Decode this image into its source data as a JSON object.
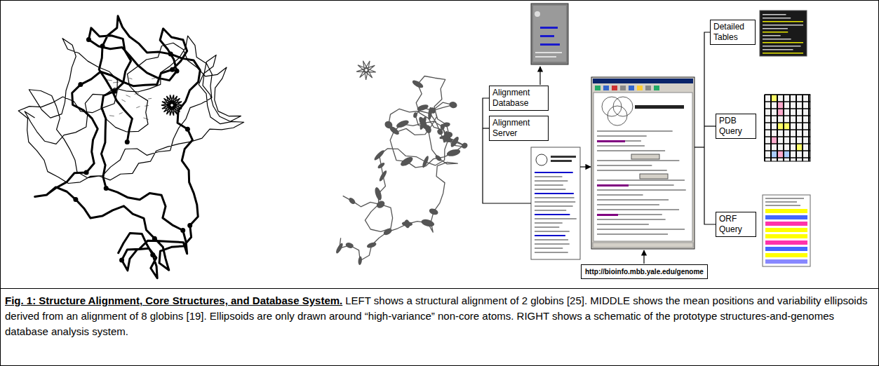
{
  "diagram": {
    "title": "Fig. 1: Structure Alignment, Core Structures, and Database System.",
    "caption": "LEFT shows a structural alignment of 2 globins [25]. MIDDLE shows the mean positions and variability ellipsoids derived from an alignment of 8 globins [19]. Ellipsoids are only drawn around “high-variance” non-core atoms. RIGHT shows a schematic of the prototype structures-and-genomes database analysis system.",
    "nodes": [
      {
        "text": [
          "Alignment Database"
        ]
      },
      {
        "text": [
          "Alignment Server"
        ]
      },
      {
        "text": [
          "http://bioinfo.mbb.yale.edu/genome"
        ]
      },
      {
        "text": [
          "Detailed Tables"
        ]
      },
      {
        "text": [
          "PDB Query"
        ]
      },
      {
        "text": [
          "ORF Query"
        ]
      }
    ]
  }
}
